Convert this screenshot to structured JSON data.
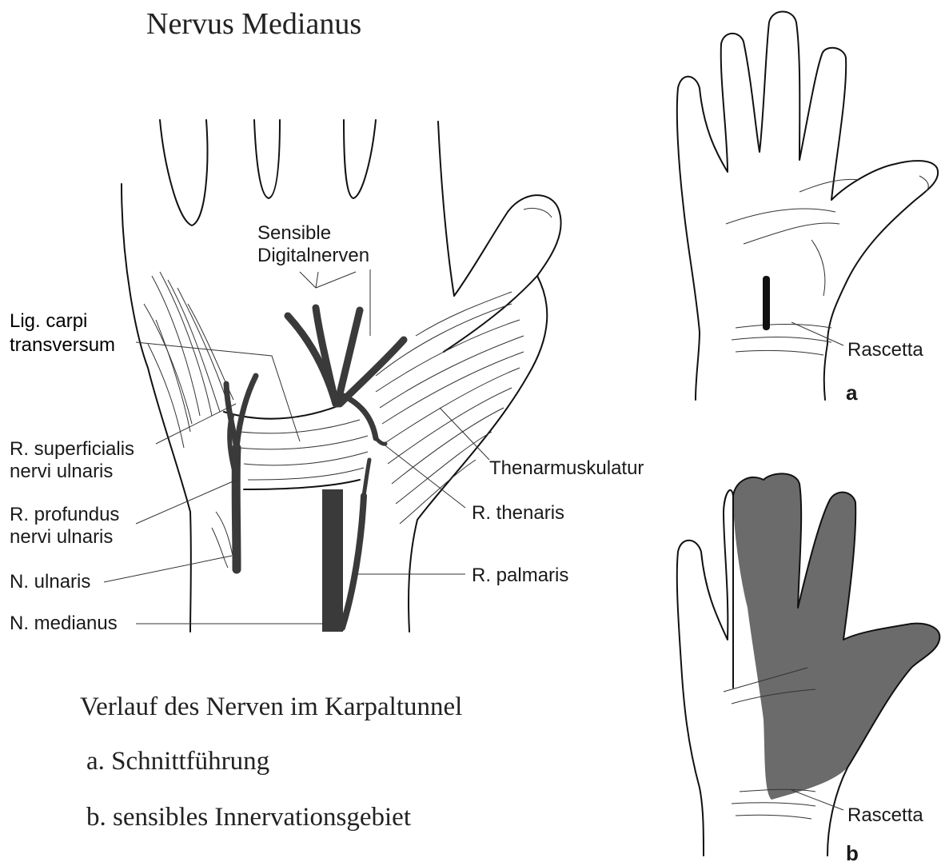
{
  "title": "Nervus Medianus",
  "main_figure": {
    "labels": {
      "sensible_digitalnerven_1": "Sensible",
      "sensible_digitalnerven_2": "Digitalnerven",
      "lig_carpi_1": "Lig. carpi",
      "lig_carpi_2": "transversum",
      "r_superficialis_1": "R. superficialis",
      "r_superficialis_2": "nervi ulnaris",
      "r_profundus_1": "R. profundus",
      "r_profundus_2": "nervi ulnaris",
      "n_ulnaris": "N. ulnaris",
      "n_medianus": "N. medianus",
      "thenarmuskulatur": "Thenarmuskulatur",
      "r_thenaris": "R. thenaris",
      "r_palmaris": "R. palmaris"
    }
  },
  "figure_a": {
    "label": "Rascetta",
    "letter": "a"
  },
  "figure_b": {
    "label": "Rascetta",
    "letter": "b",
    "shade_color": "#6b6b6b"
  },
  "captions": {
    "line1": "Verlauf des Nerven im Karpaltunnel",
    "line2": "a. Schnittführung",
    "line3": "b. sensibles Innervationsgebiet"
  },
  "colors": {
    "nerve": "#3a3a3a",
    "ink": "#111111",
    "background": "#ffffff"
  }
}
